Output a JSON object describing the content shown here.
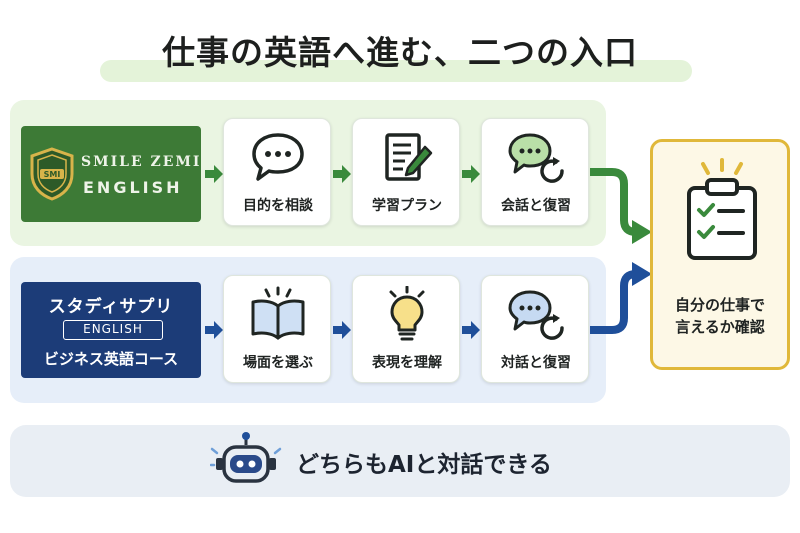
{
  "title": "仕事の英語へ進む、二つの入口",
  "colors": {
    "green_brand": "#3d7a36",
    "green_accent": "#3a8a3c",
    "blue_brand": "#1c3c78",
    "blue_accent": "#1f4f9a",
    "goal_border": "#e0b83a"
  },
  "lanes": [
    {
      "brand": {
        "line1": "SMILE ZEMI",
        "line2": "ENGLISH",
        "emblem_text": "SMI",
        "icon": "shield-icon"
      },
      "steps": [
        {
          "label": "目的を相談",
          "icon": "speech-bubble-icon"
        },
        {
          "label": "学習プラン",
          "icon": "notepad-pencil-icon"
        },
        {
          "label": "会話と復習",
          "icon": "chat-refresh-icon"
        }
      ]
    },
    {
      "brand": {
        "line1": "スタディサプリ",
        "line2": "ENGLISH",
        "line3": "ビジネス英語コース"
      },
      "steps": [
        {
          "label": "場面を選ぶ",
          "icon": "open-book-icon"
        },
        {
          "label": "表現を理解",
          "icon": "lightbulb-icon"
        },
        {
          "label": "対話と復習",
          "icon": "chat-refresh-icon"
        }
      ]
    }
  ],
  "goal": {
    "line1": "自分の仕事で",
    "line2": "言えるか確認",
    "icon": "clipboard-checklist-icon"
  },
  "footer": {
    "text": "どちらもAIと対話できる",
    "icon": "robot-icon"
  }
}
